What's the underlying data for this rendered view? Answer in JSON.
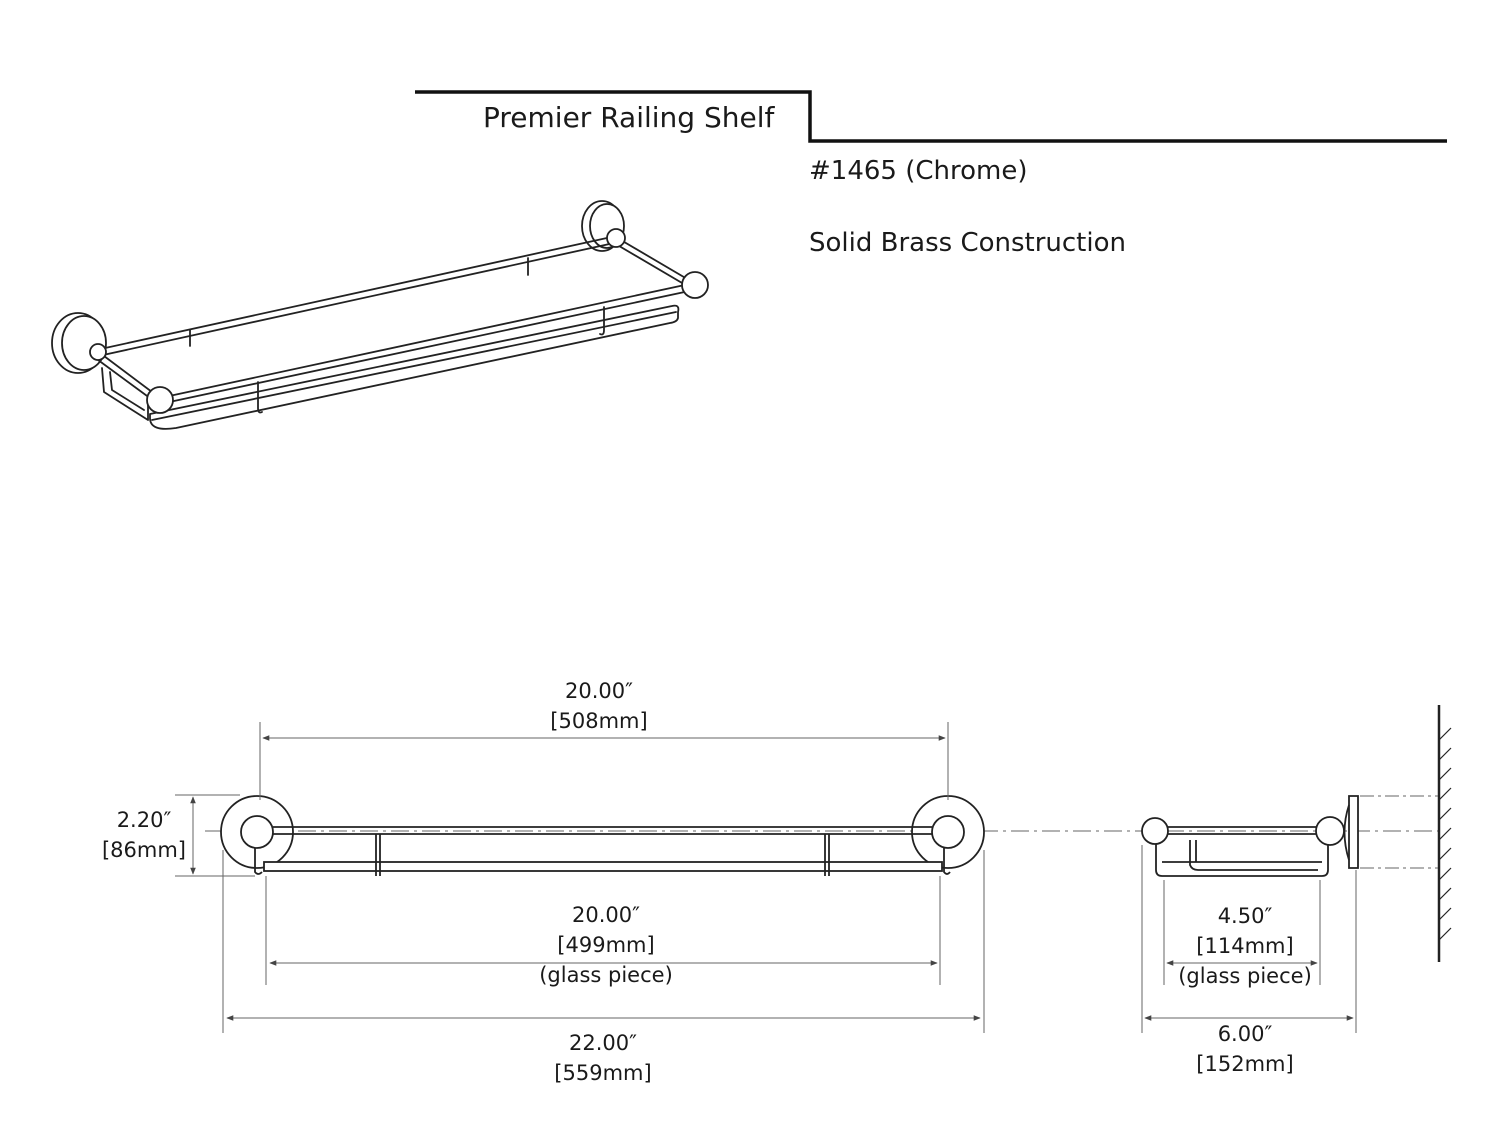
{
  "header": {
    "title": "Premier Railing Shelf",
    "model": "#1465 (Chrome)",
    "material": "Solid Brass Construction"
  },
  "dimensions": {
    "top_width": {
      "in": "20.00″",
      "mm": "[508mm]"
    },
    "height": {
      "in": "2.20″",
      "mm": "[86mm]"
    },
    "glass_length": {
      "in": "20.00″",
      "mm": "[499mm]",
      "note": "(glass piece)"
    },
    "overall_length": {
      "in": "22.00″",
      "mm": "[559mm]"
    },
    "glass_depth": {
      "in": "4.50″",
      "mm": "[114mm]",
      "note": "(glass piece)"
    },
    "overall_depth": {
      "in": "6.00″",
      "mm": "[152mm]"
    }
  }
}
